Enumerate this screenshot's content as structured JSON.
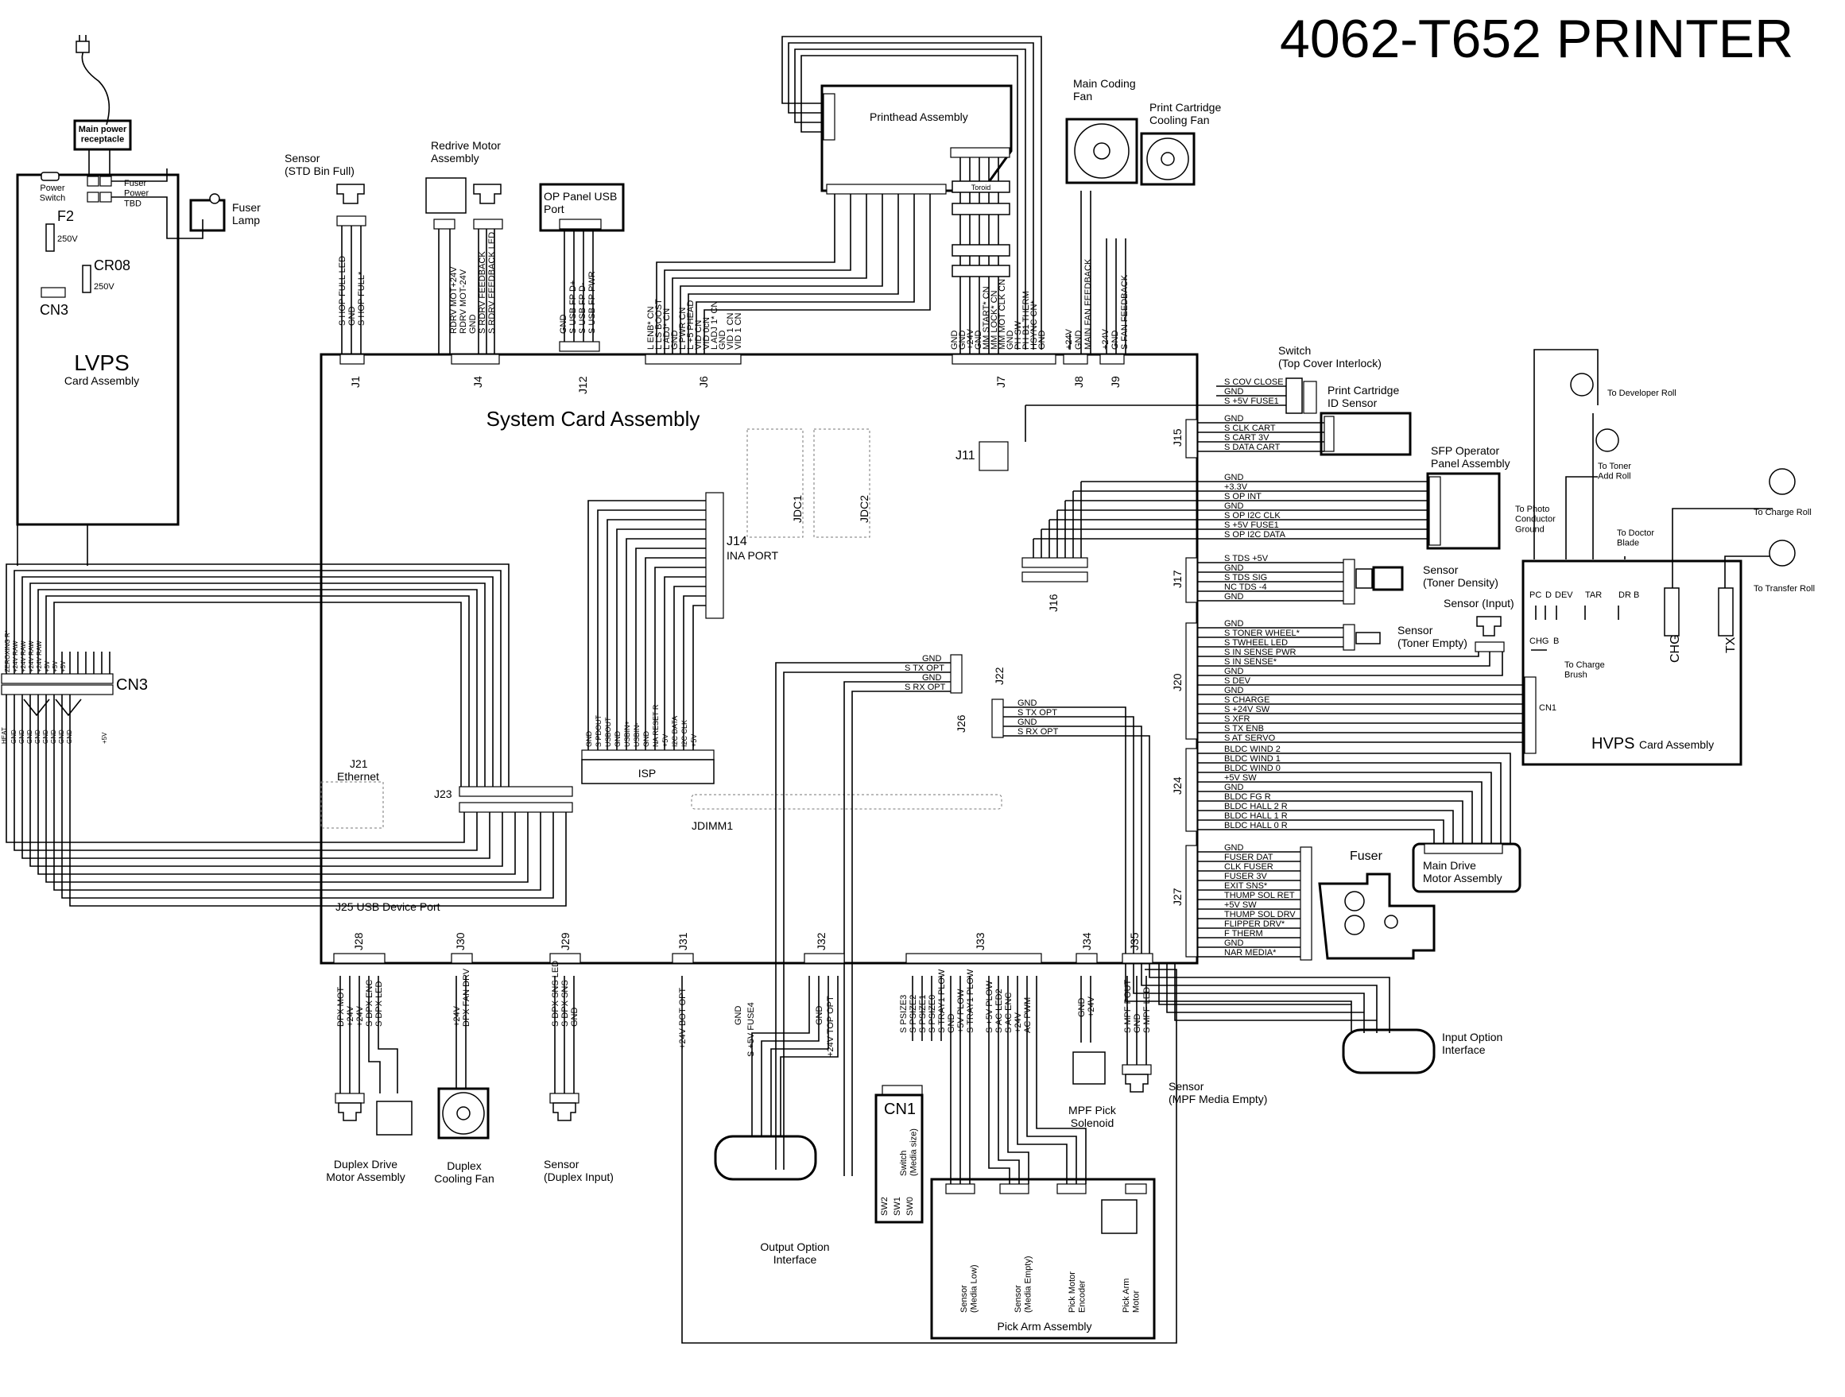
{
  "title": "4062-T652 PRINTER",
  "boards": {
    "system_card": "System Card Assembly",
    "lvps_title": "LVPS",
    "lvps_sub": "Card Assembly",
    "hvps_title": "HVPS",
    "hvps_sub": "Card Assembly"
  },
  "top_components": {
    "printhead": "Printhead Assembly",
    "main_coding_fan": "Main Coding\nFan",
    "print_cartridge_fan": "Print Cartridge\nCooling Fan",
    "op_panel_usb": "OP Panel USB\nPort",
    "redrive_motor": "Redrive Motor\nAssembly",
    "sensor_std_bin": "Sensor\n(STD Bin Full)",
    "fuser_lamp": "Fuser\nLamp",
    "main_power": "Main power\nreceptacle",
    "power_switch": "Power\nSwitch",
    "fuser_power": "Fuser\nPower\nTBD",
    "f2": "F2",
    "cr08": "CR08",
    "cn3_lvps": "CN3",
    "v250a": "250V",
    "v250b": "250V",
    "toroid": "Toroid"
  },
  "right_components": {
    "switch_cover": "Switch\n(Top Cover Interlock)",
    "cart_id_sensor": "Print Cartridge\nID Sensor",
    "sfp_panel": "SFP Operator\nPanel Assembly",
    "sensor_toner_density": "Sensor\n(Toner Density)",
    "sensor_input": "Sensor (Input)",
    "sensor_toner_empty": "Sensor\n(Toner Empty)",
    "fuser": "Fuser",
    "main_drive_motor": "Main Drive\nMotor Assembly",
    "to_developer": "To Developer Roll",
    "to_toner_add": "To Toner\nAdd Roll",
    "to_charge_roll": "To Charge Roll",
    "to_transfer": "To Transfer Roll",
    "to_pc_ground": "To Photo\nConductor\nGround",
    "to_doctor": "To Doctor\nBlade",
    "to_charge_brush": "To Charge\nBrush",
    "hvps_labels": [
      "PC",
      "D",
      "DEV",
      "TAR",
      "DR B",
      "CHG",
      "B",
      "CHG",
      "TX"
    ],
    "cn1": "CN1"
  },
  "bottom_components": {
    "duplex_drive": "Duplex Drive\nMotor Assembly",
    "duplex_fan": "Duplex\nCooling Fan",
    "sensor_duplex": "Sensor\n(Duplex Input)",
    "output_option": "Output Option\nInterface",
    "cn1_switch": "CN1",
    "switch_media": "Switch\n(Media size)",
    "sw_labels": [
      "SW2",
      "SW1",
      "SW0"
    ],
    "mpf_solenoid": "MPF Pick\nSolenoid",
    "sensor_mpf": "Sensor\n(MPF Media Empty)",
    "input_option": "Input Option\nInterface",
    "pick_arm": "Pick Arm Assembly",
    "media_low": "Sensor\n(Media Low)",
    "media_empty": "Sensor\n(Media Empty)",
    "pick_encoder": "Pick Motor\nEncoder",
    "pick_arm_motor": "Pick Arm\nMotor"
  },
  "internal_labels": {
    "j14": "J14",
    "ina_port": "INA PORT",
    "isp": "ISP",
    "jdc1": "JDC1",
    "jdc2": "JDC2",
    "jdimm1": "JDIMM1",
    "j21": "J21",
    "ethernet": "Ethernet",
    "j23": "J23",
    "j25": "J25  USB Device Port",
    "j11": "J11",
    "cn3": "CN3"
  },
  "connectors_top": [
    "J1",
    "J4",
    "J12",
    "J6",
    "J7",
    "J8",
    "J9"
  ],
  "connectors_right": [
    "J15",
    "J17",
    "J16",
    "J20",
    "J24",
    "J27",
    "J22",
    "J26"
  ],
  "connectors_bottom": [
    "J28",
    "J30",
    "J29",
    "J31",
    "J32",
    "J33",
    "J34",
    "J35"
  ],
  "signals": {
    "j15": [
      "S COV CLOSE",
      "GND",
      "S +5V FUSE1"
    ],
    "cart": [
      "GND",
      "S CLK CART",
      "S CART 3V",
      "S DATA CART"
    ],
    "sfp": [
      "GND",
      "+3.3V",
      "S OP INT",
      "GND",
      "S OP I2C CLK",
      "S +5V FUSE1",
      "S OP I2C DATA"
    ],
    "j17": [
      "S TDS +5V",
      "GND",
      "S TDS SIG",
      "NC TDS -4",
      "GND"
    ],
    "j20": [
      "GND",
      "S TONER WHEEL*",
      "S TWHEEL LED",
      "S IN SENSE PWR",
      "S IN SENSE*",
      "GND",
      "S DEV",
      "GND",
      "S CHARGE",
      "S +24V SW",
      "S XFR",
      "S TX ENB",
      "S AT SERVO"
    ],
    "j24": [
      "BLDC WIND 2",
      "BLDC WIND 1",
      "BLDC WIND 0",
      "+5V SW",
      "GND",
      "BLDC FG R",
      "BLDC HALL 2 R",
      "BLDC HALL 1 R",
      "BLDC HALL 0 R"
    ],
    "j27": [
      "GND",
      "FUSER DAT",
      "CLK FUSER",
      "FUSER 3V",
      "EXIT SNS*",
      "THUMP SOL RET",
      "+5V SW",
      "THUMP SOL DRV",
      "FLIPPER DRV*",
      "F THERM",
      "GND",
      "NAR MEDIA*"
    ],
    "j22": [
      "GND",
      "S TX OPT",
      "GND",
      "S RX OPT"
    ],
    "j26": [
      "GND",
      "S TX OPT",
      "GND",
      "S RX OPT"
    ],
    "j1": [
      "S HOP FULL LED",
      "GND",
      "S HOP FULL*"
    ],
    "j4": [
      "RDRV MOT+24V",
      "RDRV MOT-24V",
      "GND",
      "S RDRV FEEDBACK",
      "S RDRV FEEDBACK LED"
    ],
    "j12": [
      "GND",
      "S USB FP D+",
      "S USB FP D-",
      "S USB FP PWR"
    ],
    "j6": [
      "L ENB* CN",
      "L LS BOOST",
      "L ADJ* CN",
      "GND",
      "L PWR CN",
      "L +5 PHEAD",
      "VID CN",
      "VID 0cN",
      "L ADJ 1* CN",
      "GND",
      "VID 1 CN",
      "VID 1 CN"
    ],
    "j7": [
      "GND",
      "GND",
      "+24V",
      "GND",
      "MM START* CN",
      "MM LOCK* CN",
      "MM MOT CLK CN",
      "GND",
      "PH SW",
      "PH B1 THERM",
      "HSYNC CN*",
      "GND"
    ],
    "j8": [
      "+24V",
      "GND",
      "MAIN FAN FEEDBACK"
    ],
    "j9": [
      "+24V",
      "GND",
      "S FAN FEEDBACK"
    ],
    "cn3": [
      "ZEROXING R*",
      "+24V RAW",
      "+24V RAW",
      "+24V RAW",
      "+24V RAW",
      "+5V",
      "+5V",
      "+5V",
      "HEAT",
      "GND",
      "GND",
      "GND",
      "GND",
      "GND",
      "GND",
      "GND",
      "GND",
      "+5V"
    ],
    "isp": [
      "GND",
      "S PDOUT",
      "USBOUT",
      "GND",
      "USBIN+",
      "USBIN-",
      "GND",
      "NA RESET R",
      "+5V",
      "I2C DATA",
      "I2C CLK",
      "+5V"
    ],
    "j28": [
      "DPX MOT",
      "+24V",
      "+24V",
      "S DPX ENC",
      "S DPX LED"
    ],
    "j30": [
      "+24V",
      "DPX FAN DRV"
    ],
    "j29": [
      "S DPX SNS LED",
      "S DPX SNS",
      "GND"
    ],
    "j31": [
      "+24V BOT OPT"
    ],
    "j32": [
      "GND",
      "S +5V FUSE4",
      "GND",
      "+24V TOP OPT"
    ],
    "j33": [
      "S PSIZE3",
      "S PSIZE2",
      "S PSIZE1",
      "S PSIZE0",
      "S TRAY1 PLOW",
      "GND",
      "+5V PLOW",
      "S TRAY1 PLOW",
      "S +5V PLOW",
      "S AC LED2",
      "S AC ENC",
      "+24V",
      "AC PWM"
    ],
    "j34": [
      "GND",
      "+24V"
    ],
    "j35": [
      "S MPF POUT",
      "GND",
      "S MPF LED"
    ]
  }
}
